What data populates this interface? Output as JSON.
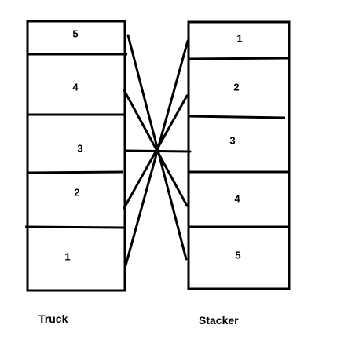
{
  "truck": {
    "label": "Truck",
    "slots": [
      "5",
      "4",
      "3",
      "2",
      "1"
    ]
  },
  "stacker": {
    "label": "Stacker",
    "slots": [
      "1",
      "2",
      "3",
      "4",
      "5"
    ]
  }
}
